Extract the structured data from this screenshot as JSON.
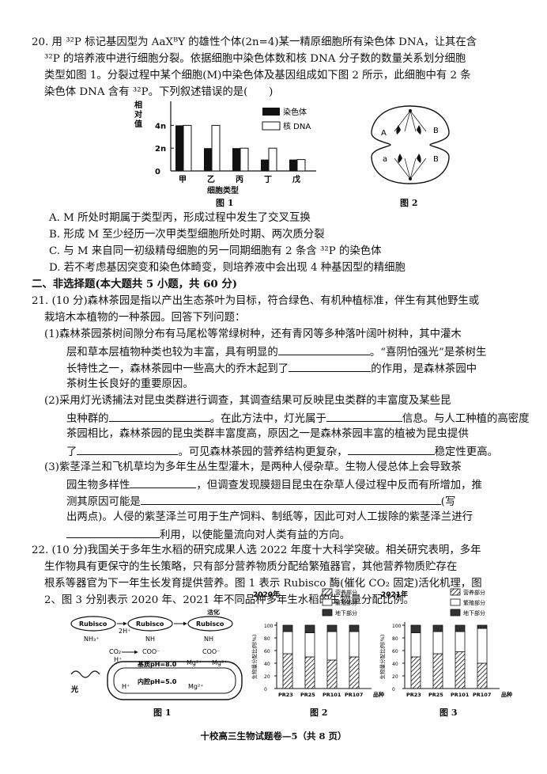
{
  "q20": {
    "lines": [
      "20. 用 ³²P 标记基因型为 AaXᴮY 的雄性个体(2n=4)某一精原细胞所有染色体 DNA，让其在含",
      "³²P 的培养液中进行细胞分裂。依据细胞中染色体数和核 DNA 分子数的数量关系划分细胞",
      "类型如图 1。分裂过程中某个细胞(M)中染色体及基因组成如下图 2 所示，此细胞中有 2 条",
      "染色体 DNA 含有 ³²P。下列叙述错误的是(　　)"
    ],
    "options": [
      "A. M 所处时期属于类型丙，形成过程中发生了交叉互换",
      "B. 形成 M 至少经历一次甲类型细胞所处时期、两次质分裂",
      "C. 与 M 来自同一初级精母细胞的另一同期细胞有 2 条含 ³²P 的染色体",
      "D. 若不考虑基因突变和染色体畸变，则培养液中会出现 4 种基因型的精细胞"
    ],
    "fig1": {
      "ylabel_lines": [
        "相",
        "对",
        "值"
      ],
      "legend_chromosome": "染色体",
      "legend_dna": "核 DNA",
      "xlabel": "细胞类型",
      "caption": "图 1"
    },
    "fig2": {
      "caption": "图 2",
      "gene_A": "A",
      "gene_a": "a",
      "gene_B1": "B",
      "gene_B2": "B"
    }
  },
  "section2": "二、非选择题(本大题共 5 小题，共 60 分)",
  "q21": {
    "lines": [
      "21. (10 分)森林茶园是指以产出生态茶叶为目标，符合绿色、有机种植标准，伴生有其他野生或",
      "栽培木本植物的一种茶园。回答下列问题：",
      "(1)森林茶园茶树间隙分布有马尾松等常绿树种，还有青冈等多种落叶阔叶树种，其中灌木",
      "层和草本层植物种类也较为丰富，具有明显的",
      "。“喜阴怕强光”是茶树生",
      "长特性之一，森林茶园中一些高大的乔木起到了",
      "的作用，是森林茶园中",
      "茶树生长良好的重要原因。",
      "(2)采用灯光诱捕法对昆虫类群进行调查，其调查结果可反映昆虫类群的丰富度及某些昆",
      "虫种群的",
      "。在此方法中，灯光属于",
      "信息。与人工种植的高密度",
      "茶园相比，森林茶园的昆虫类群丰富度高，原因之一是森林茶园丰富的植被为昆虫提供",
      "了",
      "。可见森林茶园的营养结构更复杂，",
      "稳定性更高。",
      "(3)紫茎泽兰和飞机草均为多年生丛生型灌木，是两种人侵杂草。生物人侵总体上会导致茶",
      "园生物多样性",
      "，但调查发现膜翅目昆虫在杂草人侵过程中反而有所增加，推",
      "测其原因可能是",
      "(写",
      "出两点)。人侵的紫茎泽兰可用于生产饲料、制纸等，因此可对人工拔除的紫茎泽兰进行",
      "利用，以使能量流向对人类有益的方向。"
    ]
  },
  "q22": {
    "lines": [
      "22. (10 分)我国关于多年生水稻的研究成果人选 2022 年度十大科学突破。相关研究表明，多年",
      "生作物具有更保守的生长策略，只有部分营养物质分配给繁殖器官，其他营养物质贮存在",
      "根系等器官为下一年生长发育提供营养。图 1 表示 Rubisco 酶(催化 CO₂ 固定)活化机理，图",
      "2、图 3 分别表示 2020 年、2021 年不同品种多年生水稻的生物量分配比例。"
    ],
    "fig1": {
      "rubisco": "Rubisco",
      "activated": "活化",
      "nh3": "NH₃⁺",
      "h2": "2H⁺",
      "nh": "NH",
      "coo": "COO⁻",
      "co2": "CO₂",
      "hplus": "H⁺",
      "stroma": "基质pH=8.0",
      "lumen": "内腔pH=5.0",
      "mg": "Mg²⁺",
      "light": "光",
      "caption": "图 1"
    },
    "fig2": {
      "year": "2020年",
      "caption": "图 2"
    },
    "fig3": {
      "year": "2021年",
      "caption": "图 3"
    },
    "legend": {
      "nutrient": "营养部分",
      "reproductive": "繁殖部分",
      "underground": "地下部分"
    },
    "ylabel": "生物量分配比例(%)",
    "xlabel": "品种"
  },
  "footer": "十校高三生物试题卷—5（共 8 页）",
  "chart_data": [
    {
      "type": "bar",
      "categories": [
        "甲",
        "乙",
        "丙",
        "丁",
        "戊"
      ],
      "yticks": [
        "0",
        "2n",
        "4n"
      ],
      "series": [
        {
          "name": "染色体",
          "values": [
            4,
            2,
            2,
            1,
            1
          ]
        },
        {
          "name": "核 DNA",
          "values": [
            4,
            4,
            2,
            2,
            1
          ]
        }
      ],
      "ylim": [
        0,
        5
      ]
    },
    {
      "type": "bar",
      "stacked": true,
      "title": "2020年",
      "categories": [
        "PR23",
        "PR25",
        "PR101",
        "PR107"
      ],
      "ylim": [
        0,
        100
      ],
      "yticks": [
        0,
        20,
        40,
        60,
        80,
        100
      ],
      "series": [
        {
          "name": "营养部分",
          "values": [
            55,
            50,
            45,
            50
          ]
        },
        {
          "name": "繁殖部分",
          "values": [
            35,
            38,
            45,
            40
          ]
        },
        {
          "name": "地下部分",
          "values": [
            10,
            12,
            10,
            10
          ]
        }
      ]
    },
    {
      "type": "bar",
      "stacked": true,
      "title": "2021年",
      "categories": [
        "PR23",
        "PR25",
        "PR101",
        "PR107"
      ],
      "ylim": [
        0,
        100
      ],
      "yticks": [
        0,
        20,
        40,
        60,
        80,
        100
      ],
      "series": [
        {
          "name": "营养部分",
          "values": [
            50,
            55,
            58,
            40
          ]
        },
        {
          "name": "繁殖部分",
          "values": [
            38,
            35,
            32,
            55
          ]
        },
        {
          "name": "地下部分",
          "values": [
            12,
            10,
            10,
            5
          ]
        }
      ]
    }
  ]
}
